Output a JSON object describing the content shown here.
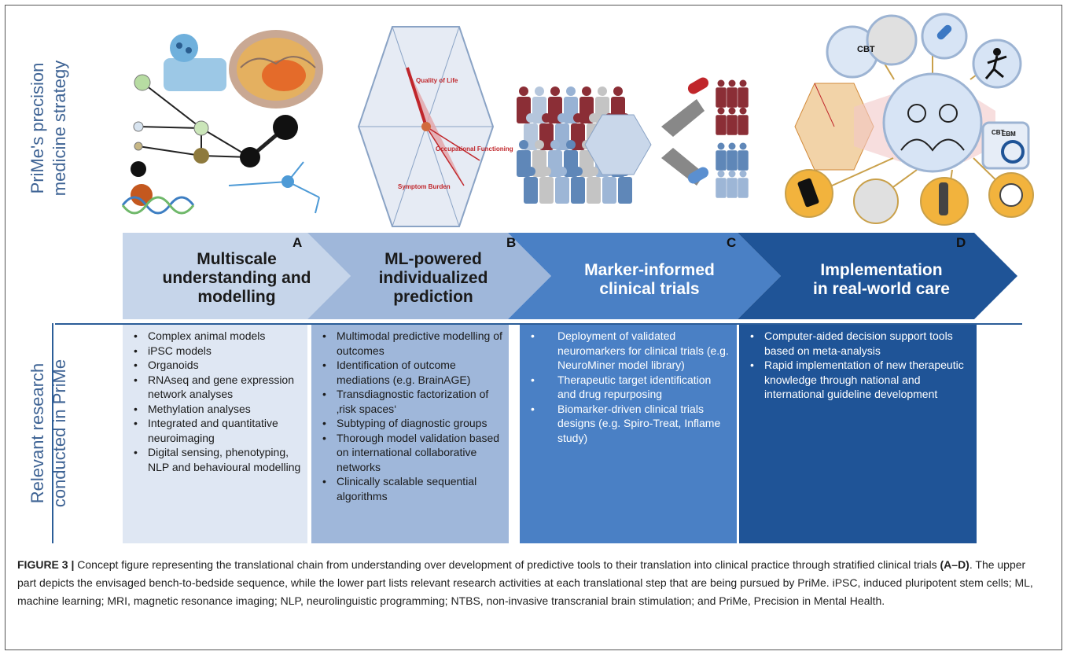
{
  "side_labels": {
    "top": [
      "PriMe's precision",
      "medicine strategy"
    ],
    "bottom": [
      "Relevant research",
      "conducted in PriMe"
    ]
  },
  "illustration_text": {
    "hexagon": {
      "axis_top": "Quality of Life",
      "axis_right": "Occupational Functioning",
      "axis_bottom": "Symptom Burden"
    },
    "care_icons": {
      "cbt": "CBT",
      "cbt_small": "CBT",
      "ebm": "EBM"
    }
  },
  "stages": [
    {
      "letter": "A",
      "title": [
        "Multiscale",
        "understanding and",
        "modelling"
      ],
      "items": [
        "Complex animal models",
        "iPSC models",
        "Organoids",
        "RNAseq and gene expression network analyses",
        "Methylation analyses",
        "Integrated and quantitative neuroimaging",
        "Digital sensing, phenotyping, NLP and behavioural modelling"
      ]
    },
    {
      "letter": "B",
      "title": [
        "ML-powered",
        "individualized",
        "prediction"
      ],
      "items": [
        "Multimodal predictive modelling of outcomes",
        "Identification of outcome mediations (e.g. BrainAGE)",
        "Transdiagnostic factorization of ‚risk spaces‘",
        "Subtyping of diagnostic groups",
        "Thorough model validation based on international collaborative networks",
        "Clinically scalable sequential algorithms"
      ]
    },
    {
      "letter": "C",
      "title": [
        "Marker-informed",
        "clinical trials"
      ],
      "items": [
        "Deployment of validated neuromarkers for clinical trials (e.g. NeuroMiner model library)",
        "Therapeutic target identification and drug repurposing",
        "Biomarker-driven clinical trials designs (e.g. Spiro-Treat, Inflame study)"
      ]
    },
    {
      "letter": "D",
      "title": [
        "Implementation",
        "in real-world care"
      ],
      "items": [
        "Computer-aided decision support tools based on meta-analysis",
        "Rapid implementation of new therapeutic knowledge through national and international guideline development"
      ]
    }
  ],
  "caption": {
    "label": "FIGURE 3 |",
    "text_1": " Concept figure representing the translational chain from understanding over development of predictive tools to their translation into clinical practice through stratified clinical trials ",
    "bold_ref": "(A–D)",
    "text_2": ". The upper part depicts the envisaged bench-to-bedside sequence, while the lower part lists relevant research activities at each translational step that are being pursued by PriMe. iPSC, induced pluripotent stem cells; ML, machine learning; MRI, magnetic resonance imaging; NLP, neurolinguistic programming; NTBS, non-invasive transcranial brain stimulation; and PriMe, Precision in Mental Health."
  },
  "colors": {
    "stage_a": "#c6d5ea",
    "stage_b": "#9fb7da",
    "stage_c": "#4a80c5",
    "stage_d": "#1f5497",
    "accent_red": "#c0262b",
    "divider": "#2b5d98",
    "label_text": "#3e6394"
  }
}
